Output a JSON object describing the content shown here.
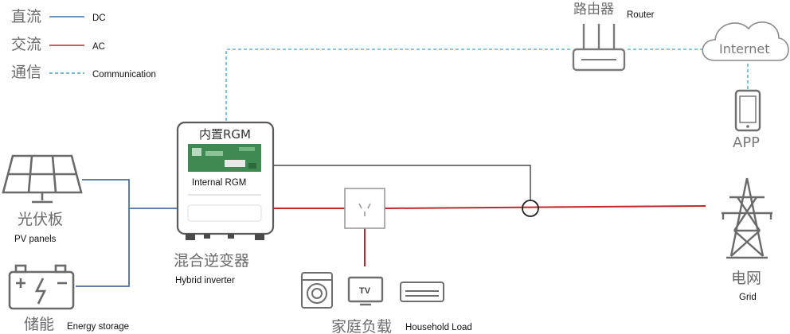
{
  "legend": {
    "dc": {
      "zh": "直流",
      "en": "DC",
      "color": "#4a6fa5"
    },
    "ac": {
      "zh": "交流",
      "en": "AC",
      "color": "#c0272d"
    },
    "comm": {
      "zh": "通信",
      "en": "Communication",
      "color": "#3aa6c9"
    }
  },
  "router": {
    "zh": "路由器",
    "en": "Router"
  },
  "internet": {
    "label": "Internet"
  },
  "app": {
    "label": "APP"
  },
  "inverter": {
    "top_label": "内置RGM",
    "module_label": "Internal RGM",
    "zh": "混合逆变器",
    "en": "Hybrid inverter"
  },
  "pv": {
    "zh": "光伏板",
    "en": "PV panels"
  },
  "storage": {
    "zh": "储能",
    "en": "Energy storage"
  },
  "load": {
    "zh": "家庭负载",
    "en": "Household Load",
    "tv_label": "TV"
  },
  "grid": {
    "zh": "电网",
    "en": "Grid"
  },
  "wire_color": "#222222"
}
